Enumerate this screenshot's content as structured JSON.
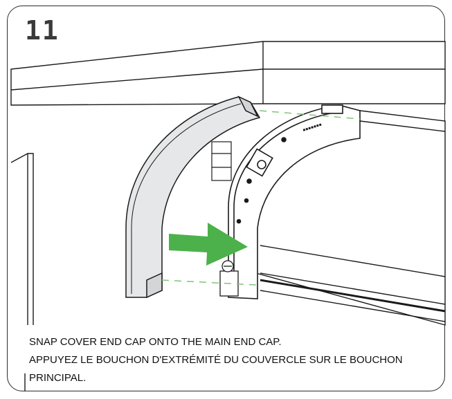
{
  "step": {
    "number": "11"
  },
  "instructions": {
    "english": "SNAP COVER END CAP ONTO THE MAIN END CAP.",
    "french": "APPUYEZ LE BOUCHON D'EXTRÉMITÉ DU COUVERCLE SUR LE BOUCHON PRINCIPAL."
  },
  "colors": {
    "arrow": "#4cb14a",
    "guide": "#7fc47a",
    "cover_cap": "#e6e7e8",
    "outline": "#1a1a1a"
  }
}
